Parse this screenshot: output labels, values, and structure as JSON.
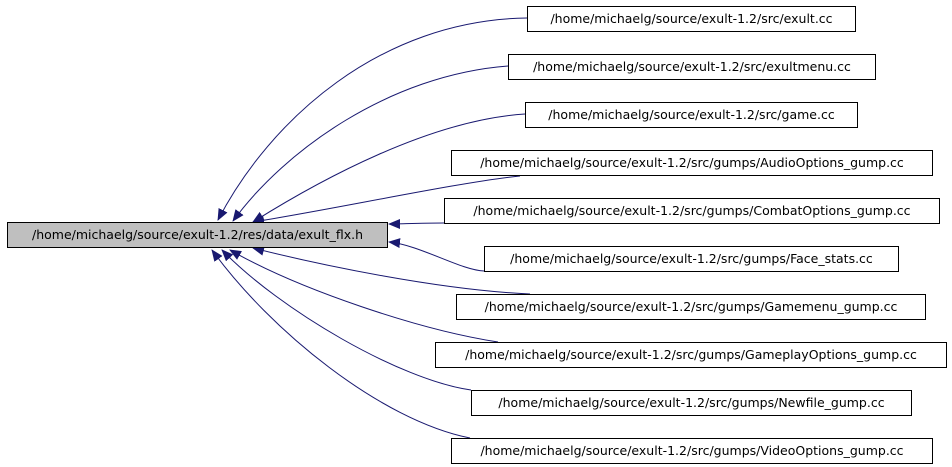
{
  "graph": {
    "type": "include-dependency-graph",
    "edge_color": "#191970",
    "main_node_fill": "#bfbfbf",
    "main": {
      "label": "/home/michaelg/source/exult-1.2/res/data/exult_flx.h"
    },
    "includers": [
      {
        "label": "/home/michaelg/source/exult-1.2/src/exult.cc"
      },
      {
        "label": "/home/michaelg/source/exult-1.2/src/exultmenu.cc"
      },
      {
        "label": "/home/michaelg/source/exult-1.2/src/game.cc"
      },
      {
        "label": "/home/michaelg/source/exult-1.2/src/gumps/AudioOptions_gump.cc"
      },
      {
        "label": "/home/michaelg/source/exult-1.2/src/gumps/CombatOptions_gump.cc"
      },
      {
        "label": "/home/michaelg/source/exult-1.2/src/gumps/Face_stats.cc"
      },
      {
        "label": "/home/michaelg/source/exult-1.2/src/gumps/Gamemenu_gump.cc"
      },
      {
        "label": "/home/michaelg/source/exult-1.2/src/gumps/GameplayOptions_gump.cc"
      },
      {
        "label": "/home/michaelg/source/exult-1.2/src/gumps/Newfile_gump.cc"
      },
      {
        "label": "/home/michaelg/source/exult-1.2/src/gumps/VideoOptions_gump.cc"
      }
    ]
  }
}
